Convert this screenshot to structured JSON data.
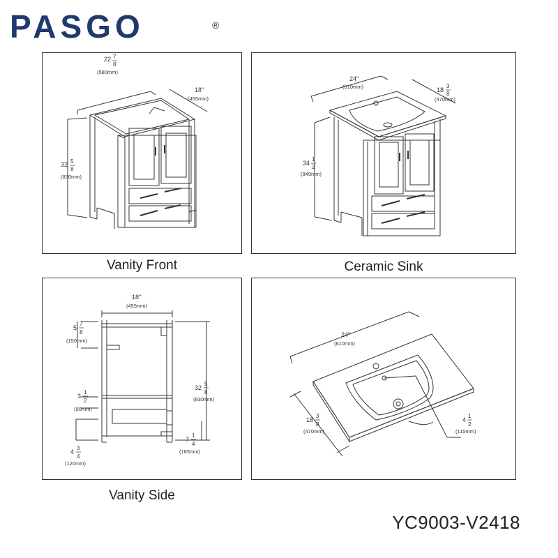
{
  "brand": {
    "name": "PASGO",
    "registered": "®",
    "color": "#1e3a6e"
  },
  "sku": "YC9003-V2418",
  "panels": {
    "vanity_front": {
      "caption": "Vanity Front",
      "width": {
        "whole": "22",
        "num": "7",
        "den": "8",
        "mm": "(580mm)"
      },
      "depth": {
        "text": "18\"",
        "mm": "(455mm)"
      },
      "height": {
        "whole": "32",
        "num": "5",
        "den": "8",
        "mm": "(830mm)"
      }
    },
    "ceramic_sink": {
      "caption": "Ceramic Sink",
      "width": {
        "text": "24\"",
        "mm": "(610mm)"
      },
      "depth": {
        "whole": "18",
        "num": "3",
        "den": "8",
        "mm": "(470mm)"
      },
      "height": {
        "whole": "34",
        "num": "1",
        "den": "2",
        "mm": "(849mm)"
      }
    },
    "vanity_side": {
      "caption": "Vanity Side",
      "depth": {
        "text": "18\"",
        "mm": "(455mm)"
      },
      "top": {
        "whole": "5",
        "num": "7",
        "den": "8",
        "mm": "(150mm)"
      },
      "mid": {
        "whole": "3",
        "num": "1",
        "den": "2",
        "mm": "(90mm)"
      },
      "bottom": {
        "whole": "4",
        "num": "3",
        "den": "4",
        "mm": "(120mm)"
      },
      "height": {
        "whole": "32",
        "num": "5",
        "den": "8",
        "mm": "(830mm)"
      },
      "drawer": {
        "whole": "7",
        "num": "1",
        "den": "4",
        "mm": "(185mm)"
      }
    },
    "sink_top": {
      "width": {
        "text": "24\"",
        "mm": "(610mm)"
      },
      "depth": {
        "whole": "18",
        "num": "3",
        "den": "8",
        "mm": "(470mm)"
      },
      "bowl": {
        "whole": "4",
        "num": "1",
        "den": "2",
        "mm": "(115mm)"
      }
    }
  }
}
